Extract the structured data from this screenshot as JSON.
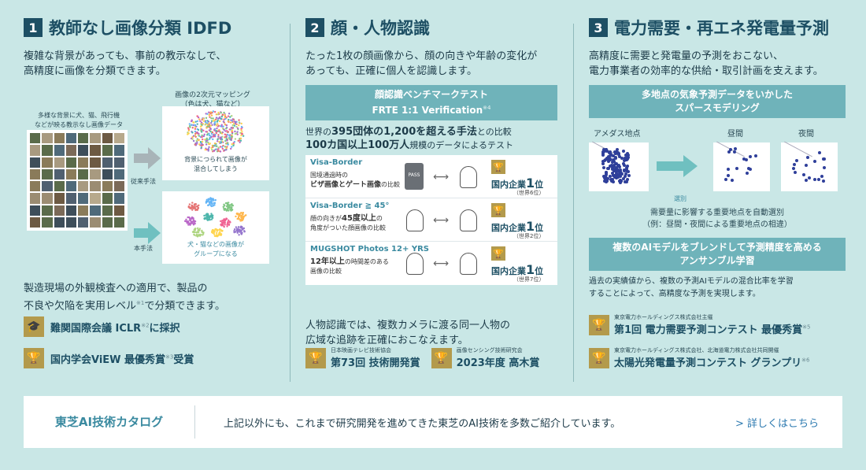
{
  "col1": {
    "num": "1",
    "title": "教師なし画像分類 IDFD",
    "desc1": "複雑な背景があっても、事前の教示なしで、",
    "desc2": "高精度に画像を分類できます。",
    "illu": {
      "top_label1": "画像の2次元マッピング",
      "top_label2": "（色は犬、猫など）",
      "left_label1": "多様な背景に犬、猫、飛行機",
      "left_label2": "などが映る教示なし画像データ",
      "conv_label": "従来手法",
      "conv_note1": "背景につられて画像が",
      "conv_note2": "混合してしまう",
      "prop_label": "本手法",
      "prop_note1": "犬・猫などの画像が",
      "prop_note2": "グループになる"
    },
    "desc3": "製造現場の外観検査への適用で、製品の",
    "desc4a": "不良や欠陥を実用レベル",
    "desc4sup": "※1",
    "desc4b": "で分類できます。",
    "award1": "難関国際会議 ICLR",
    "award1sup": "※2",
    "award1b": "に採択",
    "award2": "国内学会ViEW 最優秀賞",
    "award2sup": "※3",
    "award2b": "受賞"
  },
  "col2": {
    "num": "2",
    "title": "顔・人物認識",
    "desc1": "たった1枚の顔画像から、顔の向きや年齢の変化が",
    "desc2": "あっても、正確に個人を認識します。",
    "banner1": "顔認識ベンチマークテスト",
    "banner2": "FRTE 1:1 Verification",
    "banner_sup": "※4",
    "cmp1a": "世界の",
    "cmp1b": "395団体の1,200を超える手法",
    "cmp1c": "との比較",
    "cmp2a": "100カ国以上100万人",
    "cmp2b": "規模のデータによるテスト",
    "rows": [
      {
        "title": "Visa-Border",
        "d1": "国境通過時の",
        "d2": "ビザ画像とゲート画像",
        "d3": "の比較",
        "rank_a": "国内企業",
        "rank_n": "1",
        "rank_b": "位",
        "sub": "（世界6位）"
      },
      {
        "title": "Visa-Border ≧ 45°",
        "d1": "顔の向きが",
        "d2": "45度以上",
        "d3": "の",
        "d4": "角度がついた顔画像の比較",
        "rank_a": "国内企業",
        "rank_n": "1",
        "rank_b": "位",
        "sub": "（世界2位）"
      },
      {
        "title": "MUGSHOT Photos 12+ YRS",
        "d1": "12年以上",
        "d2": "の時間差のある",
        "d3": "画像の比較",
        "rank_a": "国内企業",
        "rank_n": "1",
        "rank_b": "位",
        "sub": "（世界7位）"
      }
    ],
    "desc3": "人物認識では、複数カメラに渡る同一人物の",
    "desc4": "広域な追跡を正確におこなえます。",
    "award1_org": "日本映画テレビ技術協会",
    "award1": "第73回 技術開発賞",
    "award2_org": "画像センシング技術研究会",
    "award2": "2023年度 高木賞"
  },
  "col3": {
    "num": "3",
    "title": "電力需要・再エネ発電量予測",
    "desc1": "高精度に需要と発電量の予測をおこない、",
    "desc2": "電力事業者の効率的な供給・取引計画を支えます。",
    "banner1a": "多地点の気象予測データをいかした",
    "banner1b": "スパースモデリング",
    "map1": "アメダス地点",
    "map2": "昼間",
    "map3": "夜間",
    "select_label": "選別",
    "note1": "需要量に影響する重要地点を自動選別",
    "note2": "（例：昼間・夜間による重要地点の相違）",
    "banner2a": "複数のAIモデルをブレンドして予測精度を高める",
    "banner2b": "アンサンブル学習",
    "desc3": "過去の実績値から、複数の予測AIモデルの混合比率を学習",
    "desc4": "することによって、高精度な予測を実現します。",
    "award1_org": "東京電力ホールディングス株式会社主催",
    "award1": "第1回 電力需要予測コンテスト 最優秀賞",
    "award1sup": "※5",
    "award2_org": "東京電力ホールディングス株式会社、北海道電力株式会社共同開催",
    "award2": "太陽光発電量予測コンテスト グランプリ",
    "award2sup": "※6"
  },
  "bottom": {
    "title": "東芝AI技術カタログ",
    "text": "上記以外にも、これまで研究開発を進めてきた東芝のAI技術を多数ご紹介しています。",
    "link": "> 詳しくはこちら"
  },
  "colors": {
    "accent": "#1d4f64",
    "teal": "#6fb3ba",
    "gold": "#b39a4c",
    "bg": "#c9e7e6"
  },
  "icons": [
    "graduation-cap-icon",
    "trophy-icon",
    "passport-icon",
    "double-arrow-icon",
    "face-icon",
    "arrow-right-icon"
  ]
}
